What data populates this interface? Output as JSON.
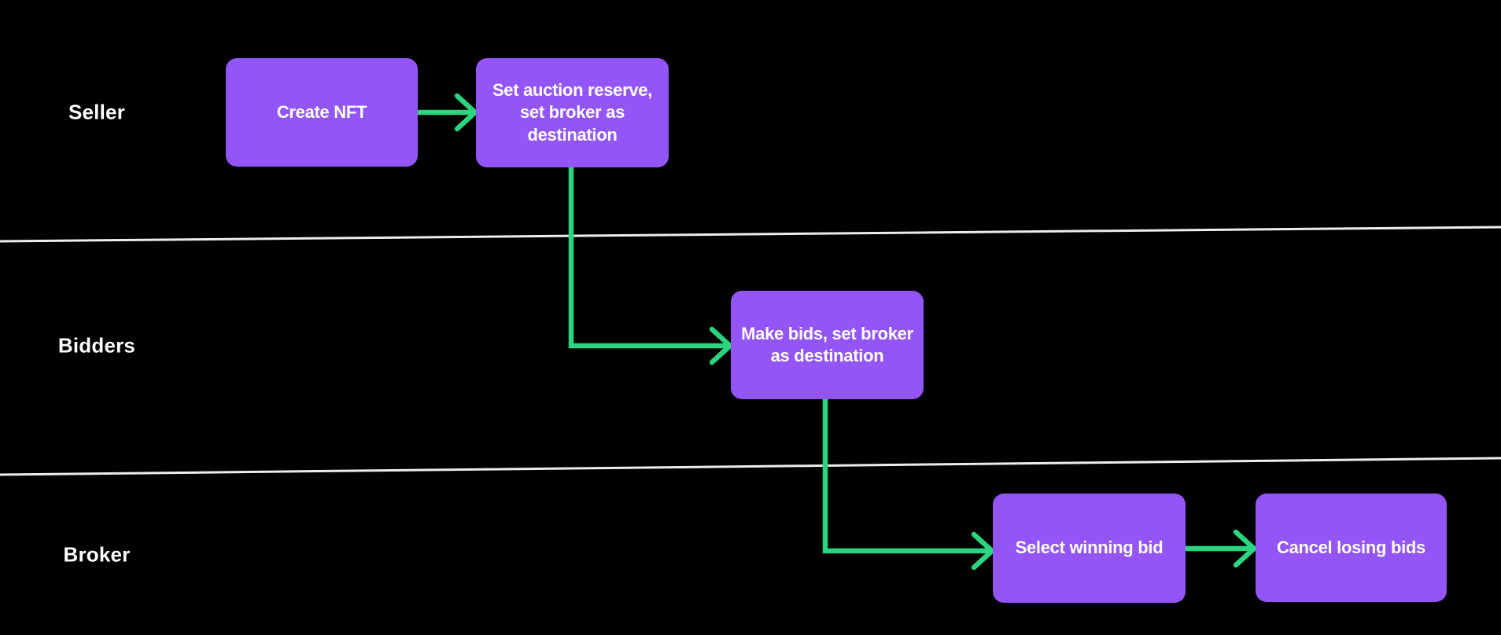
{
  "diagram": {
    "type": "swimlane-flowchart",
    "colors": {
      "background": "#000000",
      "node": "#9455F8",
      "arrow": "#2BD47E",
      "lane_line": "#EDEDED",
      "text": "#FFFFFF"
    },
    "lanes": [
      {
        "label": "Seller"
      },
      {
        "label": "Bidders"
      },
      {
        "label": "Broker"
      }
    ],
    "nodes": [
      {
        "id": "create-nft",
        "lane": "Seller",
        "label": "Create NFT"
      },
      {
        "id": "set-auction-reserve",
        "lane": "Seller",
        "label": "Set auction reserve, set broker as destination"
      },
      {
        "id": "make-bids",
        "lane": "Bidders",
        "label": "Make bids, set broker as destination"
      },
      {
        "id": "select-winning-bid",
        "lane": "Broker",
        "label": "Select winning bid"
      },
      {
        "id": "cancel-losing-bids",
        "lane": "Broker",
        "label": "Cancel losing bids"
      }
    ],
    "edges": [
      {
        "from": "create-nft",
        "to": "set-auction-reserve"
      },
      {
        "from": "set-auction-reserve",
        "to": "make-bids"
      },
      {
        "from": "make-bids",
        "to": "select-winning-bid"
      },
      {
        "from": "select-winning-bid",
        "to": "cancel-losing-bids"
      }
    ]
  }
}
